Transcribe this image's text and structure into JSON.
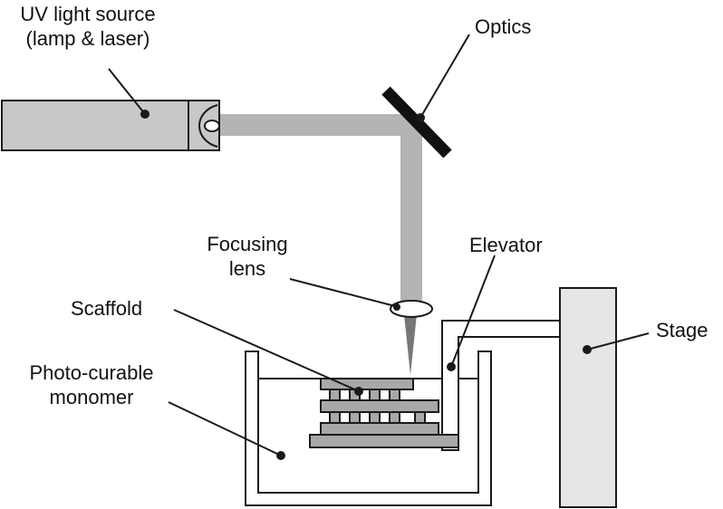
{
  "labels": {
    "uv_source": [
      "UV light source",
      "(lamp & laser)"
    ],
    "optics": "Optics",
    "focusing_lens": [
      "Focusing",
      "lens"
    ],
    "elevator": "Elevator",
    "scaffold": "Scaffold",
    "photo_monomer": [
      "Photo-curable",
      "monomer"
    ],
    "stage": "Stage"
  },
  "colors": {
    "beam": "#b4b4b4",
    "device_fill": "#c8c8c8",
    "stage_fill": "#e6e6e6",
    "outline": "#1a1a1a",
    "mirror": "#111111",
    "scaffold_fill": "#a8a8a8"
  }
}
